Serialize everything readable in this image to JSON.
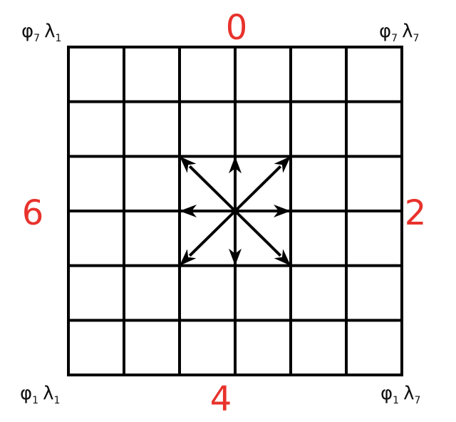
{
  "grid": {
    "rows": 6,
    "cols": 6
  },
  "directions": {
    "top": "0",
    "right": "2",
    "bottom": "4",
    "left": "6"
  },
  "corners": {
    "top_left": {
      "phi": "φ",
      "phi_sub": "7",
      "lambda": "λ",
      "lambda_sub": "1"
    },
    "top_right": {
      "phi": "φ",
      "phi_sub": "7",
      "lambda": "λ",
      "lambda_sub": "7"
    },
    "bottom_left": {
      "phi": "φ",
      "phi_sub": "1",
      "lambda": "λ",
      "lambda_sub": "1"
    },
    "bottom_right": {
      "phi": "φ",
      "phi_sub": "1",
      "lambda": "λ",
      "lambda_sub": "7"
    }
  },
  "arrows": [
    "north",
    "north-east",
    "east",
    "south-east",
    "south",
    "south-west",
    "west",
    "north-west"
  ],
  "colors": {
    "direction_labels": "#e8322c",
    "grid": "#000000",
    "corner_labels": "#111111"
  }
}
